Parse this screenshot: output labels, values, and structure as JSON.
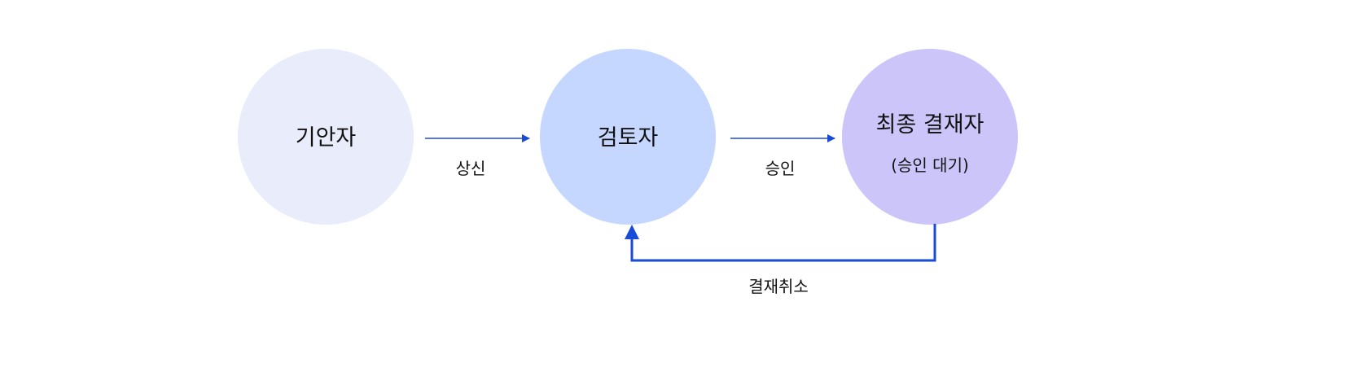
{
  "nodes": [
    {
      "id": "drafter",
      "label": "기안자",
      "color": "#E8ECFB"
    },
    {
      "id": "reviewer",
      "label": "검토자",
      "color": "#C6D7FF"
    },
    {
      "id": "final",
      "label": "최종 결재자",
      "sublabel": "(승인 대기)",
      "color": "#CCC5FA"
    }
  ],
  "edges": [
    {
      "from": "drafter",
      "to": "reviewer",
      "label": "상신"
    },
    {
      "from": "reviewer",
      "to": "final",
      "label": "승인"
    },
    {
      "from": "final",
      "to": "reviewer",
      "label": "결재취소"
    }
  ],
  "arrow_color": "#1A4BD6"
}
